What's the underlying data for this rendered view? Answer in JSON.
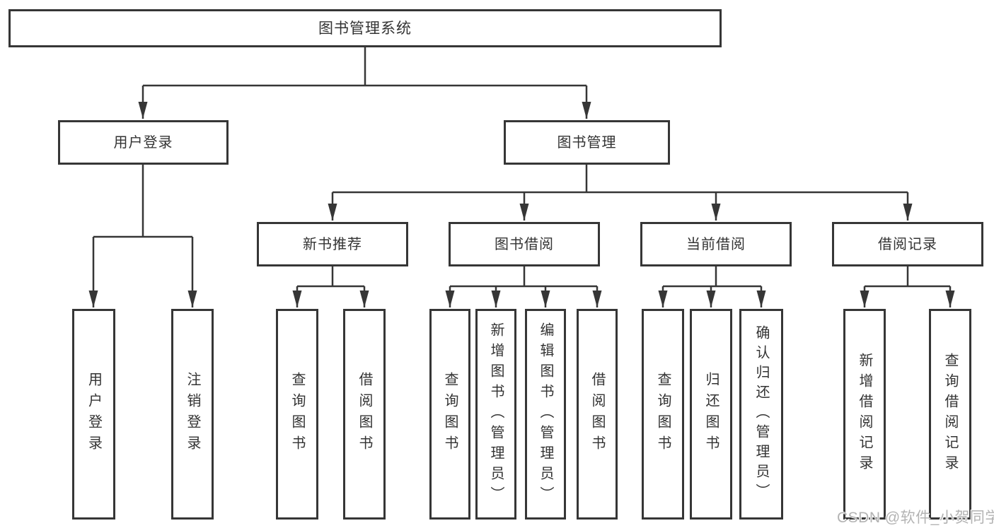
{
  "tree": {
    "label": "图书管理系统",
    "children": [
      {
        "label": "用户登录",
        "children": [
          {
            "label": "用户登录"
          },
          {
            "label": "注销登录"
          }
        ]
      },
      {
        "label": "图书管理",
        "children": [
          {
            "label": "新书推荐",
            "children": [
              {
                "label": "查询图书"
              },
              {
                "label": "借阅图书"
              }
            ]
          },
          {
            "label": "图书借阅",
            "children": [
              {
                "label": "查询图书"
              },
              {
                "label": "新增图书（管理员）"
              },
              {
                "label": "编辑图书（管理员）"
              },
              {
                "label": "借阅图书"
              }
            ]
          },
          {
            "label": "当前借阅",
            "children": [
              {
                "label": "查询图书"
              },
              {
                "label": "归还图书"
              },
              {
                "label": "确认归还（管理员）"
              }
            ]
          },
          {
            "label": "借阅记录",
            "children": [
              {
                "label": "新增借阅记录"
              },
              {
                "label": "查询借阅记录"
              }
            ]
          }
        ]
      }
    ]
  },
  "watermark": "CSDN @软件_小贺同学",
  "colors": {
    "line": "#363636",
    "box_border": "#363636",
    "box_fill": "#ffffff",
    "text": "#333333",
    "watermark": "#b3b3b3",
    "background": "#ffffff"
  }
}
